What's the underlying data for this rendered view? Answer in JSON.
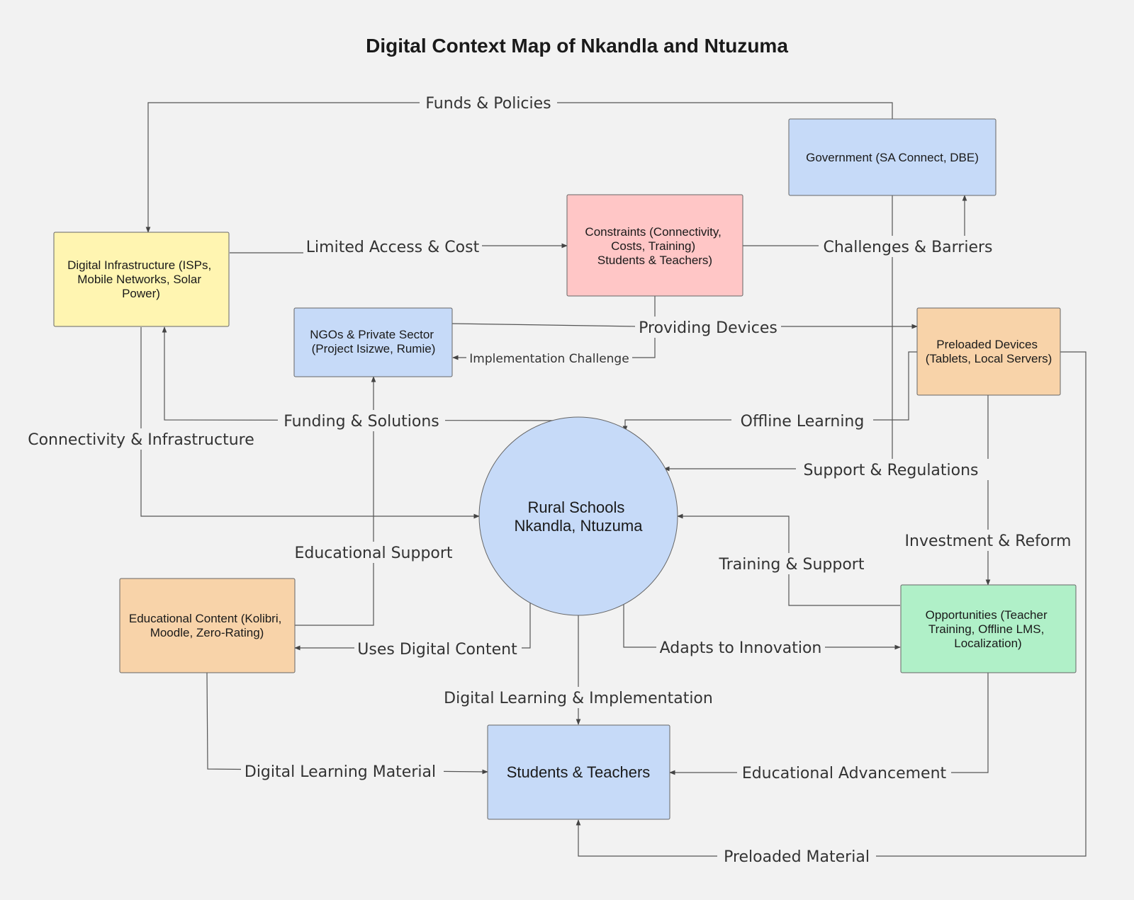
{
  "title": "Digital Context Map of Nkandla and Ntuzuma",
  "colors": {
    "blue": "#c6daf8",
    "yellow": "#fff5b1",
    "red": "#ffc6c6",
    "orange": "#f8d3a9",
    "green": "#b0f0c8",
    "line": "#555555"
  },
  "nodes": {
    "government": [
      "Government (SA Connect, DBE)"
    ],
    "infrastructure": [
      "Digital Infrastructure (ISPs,",
      "Mobile Networks, Solar",
      "Power)"
    ],
    "constraints": [
      "Constraints (Connectivity,",
      "Costs, Training)",
      "Students & Teachers)"
    ],
    "ngos": [
      "NGOs & Private Sector",
      "(Project Isizwe, Rumie)"
    ],
    "preloaded": [
      "Preloaded Devices",
      "(Tablets, Local Servers)"
    ],
    "schools": [
      "Rural Schools",
      "Nkandla, Ntuzuma"
    ],
    "content": [
      "Educational Content (Kolibri,",
      "Moodle, Zero-Rating)"
    ],
    "opportunities": [
      "Opportunities (Teacher",
      "Training, Offline LMS,",
      "Localization)"
    ],
    "students": [
      "Students & Teachers"
    ]
  },
  "edges": {
    "funds_policies": "Funds & Policies",
    "limited_access": "Limited Access & Cost",
    "challenges_barriers": "Challenges & Barriers",
    "providing_devices": "Providing Devices",
    "implementation_challenge": "Implementation Challenge",
    "funding_solutions": "Funding & Solutions",
    "offline_learning": "Offline Learning",
    "connectivity_infrastructure": "Connectivity & Infrastructure",
    "support_regulations": "Support & Regulations",
    "investment_reform": "Investment & Reform",
    "educational_support": "Educational Support",
    "training_support": "Training & Support",
    "uses_digital_content": "Uses Digital Content",
    "adapts_innovation": "Adapts to Innovation",
    "digital_learning_impl": "Digital Learning & Implementation",
    "digital_learning_material": "Digital Learning Material",
    "educational_advancement": "Educational Advancement",
    "preloaded_material": "Preloaded Material"
  }
}
